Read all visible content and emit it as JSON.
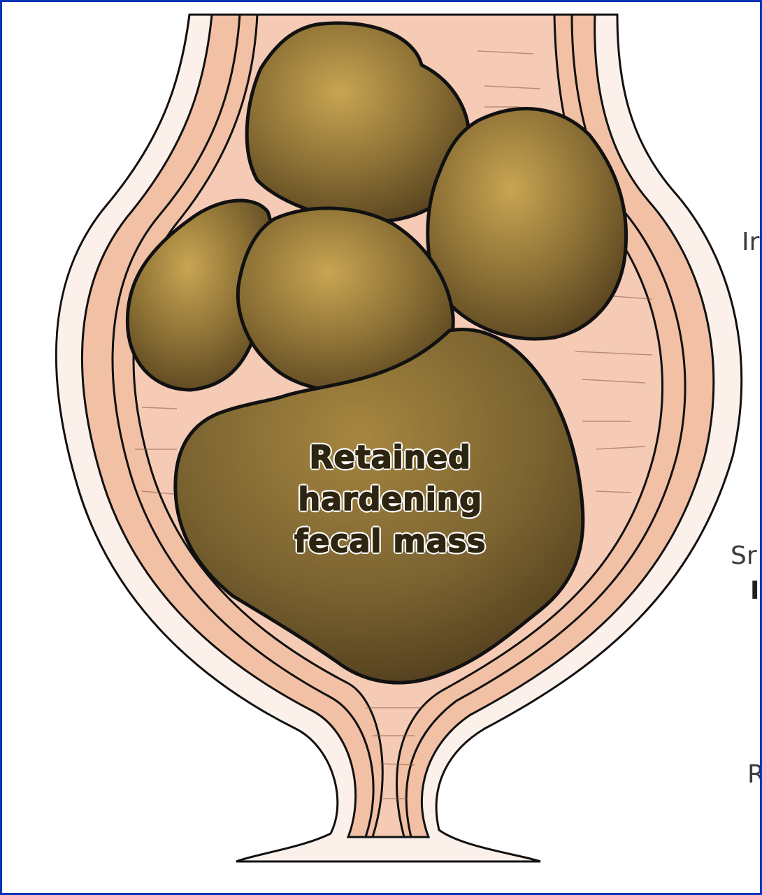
{
  "mass_label": {
    "line1": "Retained",
    "line2": "hardening",
    "line3": "fecal mass"
  },
  "side_labels": {
    "label_1": "Ir",
    "label_2": "Sr",
    "label_3": "I",
    "label_4": "R"
  },
  "colors": {
    "frame_border": "#0a33b8",
    "wall_fill": "#f2c0a4",
    "lumen_fill": "#f5cbb5",
    "mass_fill": "#7d6530",
    "outline": "#111111"
  }
}
